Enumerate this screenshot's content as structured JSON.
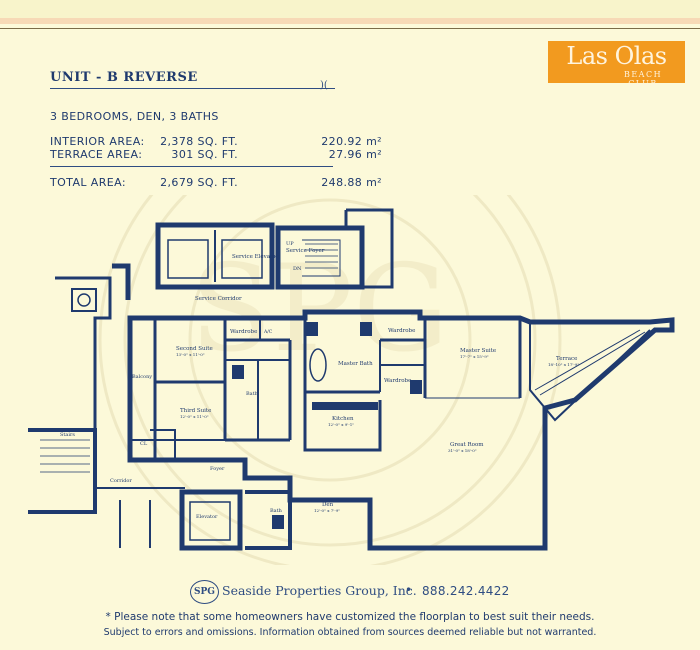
{
  "brand": {
    "logo_main": "Las Olas",
    "logo_sub": "BEACH CLUB"
  },
  "unit": {
    "title": "UNIT - B REVERSE",
    "rooms": "3 BEDROOMS, DEN, 3 BATHS"
  },
  "areas": {
    "interior": {
      "label": "INTERIOR AREA:",
      "sqft": "2,378 SQ. FT.",
      "m2": "220.92 m²"
    },
    "terrace": {
      "label": "TERRACE AREA:",
      "sqft": "301 SQ. FT.",
      "m2": "27.96 m²"
    },
    "total": {
      "label": "TOTAL AREA:",
      "sqft": "2,679 SQ. FT.",
      "m2": "248.88 m²"
    }
  },
  "floorplan": {
    "labels": {
      "service_elevator": "Service Elevator",
      "service_foyer": "Service Foyer",
      "service_corridor": "Service Corridor",
      "up": "UP",
      "dn": "DN",
      "second_suite": "Second Suite",
      "second_suite_dim": "13'-0\" x 11'-0\"",
      "wardrobe": "Wardrobe",
      "ac": "A/C",
      "balcony": "Balcony",
      "bath": "Bath",
      "third_suite": "Third Suite",
      "third_suite_dim": "12'-0\" x 11'-0\"",
      "cl": "CL",
      "master_bath": "Master Bath",
      "master_suite": "Master Suite",
      "master_suite_dim": "17'-7\" x 15'-9\"",
      "terrace": "Terrace",
      "terrace_dim": "18'-10\" x 17'-9\"",
      "kitchen": "Kitchen",
      "kitchen_dim": "12'-0\" x 9'-1\"",
      "great_room": "Great Room",
      "great_room_dim": "31'-0\" x 18'-0\"",
      "foyer": "Foyer",
      "corridor": "Corridor",
      "stairs": "Stairs",
      "elevator": "Elevator",
      "den": "Den",
      "den_dim": "12'-0\" x 7'-9\""
    }
  },
  "footer": {
    "logo_mark": "SPG",
    "company": "Seaside Properties Group, Inc.",
    "phone": "888.242.4422",
    "note": "* Please note that some homeowners have customized the floorplan to best suit their needs.",
    "disclaimer": "Subject to errors and omissions. Information obtained from sources deemed reliable but not warranted."
  }
}
